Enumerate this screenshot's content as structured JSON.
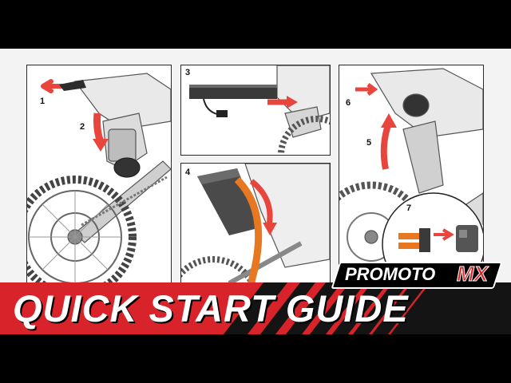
{
  "title": "QUICK START GUIDE",
  "logo": {
    "main": "PROMOTO",
    "accent": "MX"
  },
  "steps": [
    "1",
    "2",
    "3",
    "4",
    "5",
    "6",
    "7"
  ],
  "colors": {
    "accent_red": "#d8232a",
    "arrow_red": "#e8453c",
    "orange": "#e87722",
    "background": "#000000",
    "panel": "#ffffff"
  }
}
